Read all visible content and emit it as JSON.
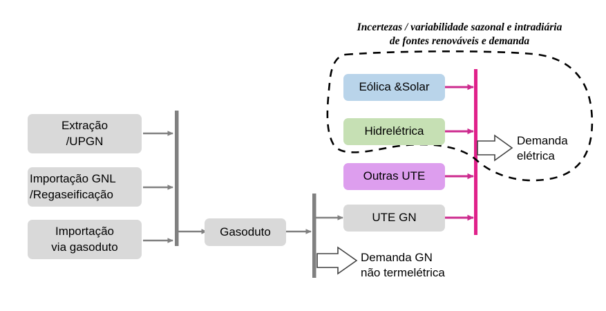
{
  "diagram": {
    "title": "Incertezas / variabilidade sazonal e intradiária\nde fontes renováveis e demanda",
    "colors": {
      "gray_box": "#d9d9d9",
      "blue_box": "#b9d4ea",
      "green_box": "#c6e0b4",
      "purple_box": "#dd9eee",
      "gray_connector": "#808080",
      "magenta_connector": "#cc2a8e",
      "dashed_outline": "#000000",
      "block_arrow_outline": "#404040",
      "text": "#000000"
    },
    "supply_nodes": [
      {
        "id": "extracao",
        "label": "Extração\n/UPGN"
      },
      {
        "id": "gnl",
        "label": "Importação GNL\n/Regaseificação"
      },
      {
        "id": "gasoduto_imp",
        "label": "Importação\nvia gasoduto"
      }
    ],
    "transport_node": {
      "id": "gasoduto",
      "label": "Gasoduto"
    },
    "generation_nodes": [
      {
        "id": "eolica_solar",
        "label": "Eólica &Solar",
        "color": "#b9d4ea"
      },
      {
        "id": "hidreletrica",
        "label": "Hidrelétrica",
        "color": "#c6e0b4"
      },
      {
        "id": "outras_ute",
        "label": "Outras UTE",
        "color": "#dd9eee"
      },
      {
        "id": "ute_gn",
        "label": "UTE GN",
        "color": "#d9d9d9"
      }
    ],
    "demand_outputs": [
      {
        "id": "demanda_eletrica",
        "label": "Demanda\nelétrica"
      },
      {
        "id": "demanda_gn",
        "label": "Demanda GN\nnão termelétrica"
      }
    ]
  }
}
